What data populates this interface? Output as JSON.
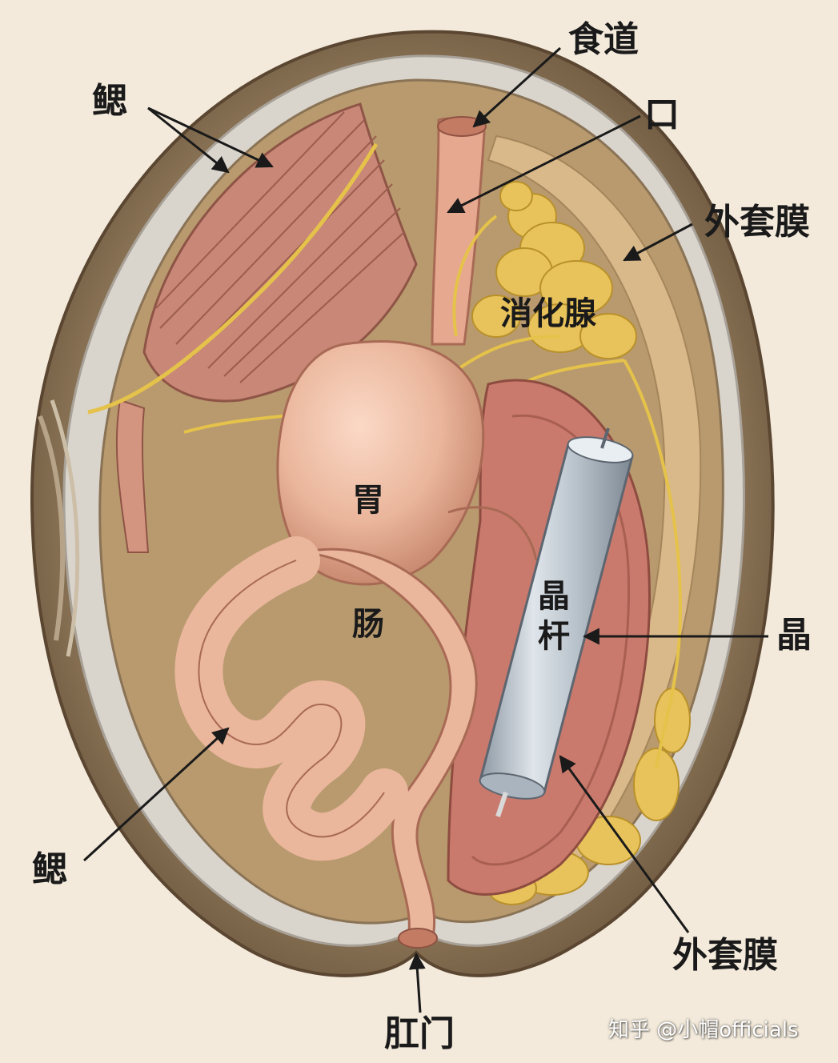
{
  "labels": {
    "gill_top": "鳃",
    "esophagus": "食道",
    "mouth": "口",
    "mantle_top": "外套膜",
    "digestive_gland": "消化腺",
    "stomach": "胃",
    "intestine": "肠",
    "crystalline_rod_top": "晶",
    "crystalline_rod_bottom": "杆",
    "crystal_right": "晶",
    "gill_bottom": "鳃",
    "mantle_bottom": "外套膜",
    "anus": "肛门"
  },
  "watermark": "知乎 @小帽officials",
  "colors": {
    "background": "#f3eadb",
    "shell_outer": "#8a7355",
    "shell_rim": "#d9d4cc",
    "cavity": "#b89a6e",
    "mantle_fill": "#d9b98a",
    "gill": "#c98777",
    "organ_pink": "#eab69c",
    "gland_yellow": "#e8c25a",
    "nerve_yellow": "#e5c24a",
    "crystal_rod": "#b9c3cc",
    "arrow": "#1a1a1a"
  }
}
